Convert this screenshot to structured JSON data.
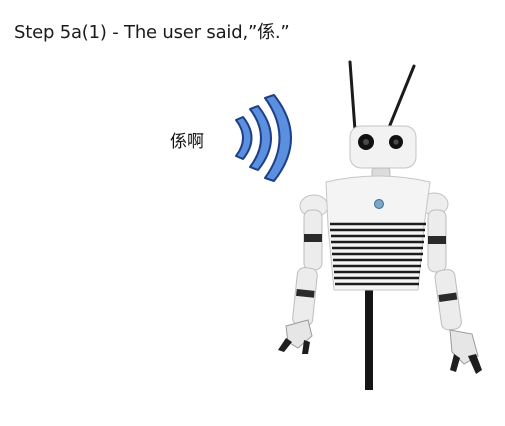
{
  "caption": "Step 5a(1) - The user said,”係.”",
  "speech_text": "係啊",
  "icons": {
    "sound_waves": "sound-waves-icon",
    "robot": "humanoid-robot"
  },
  "colors": {
    "wave_fill": "#5b8fe0",
    "wave_stroke": "#1f3f86",
    "robot_white": "#f2f2f2",
    "robot_dark": "#1b1b1b"
  }
}
